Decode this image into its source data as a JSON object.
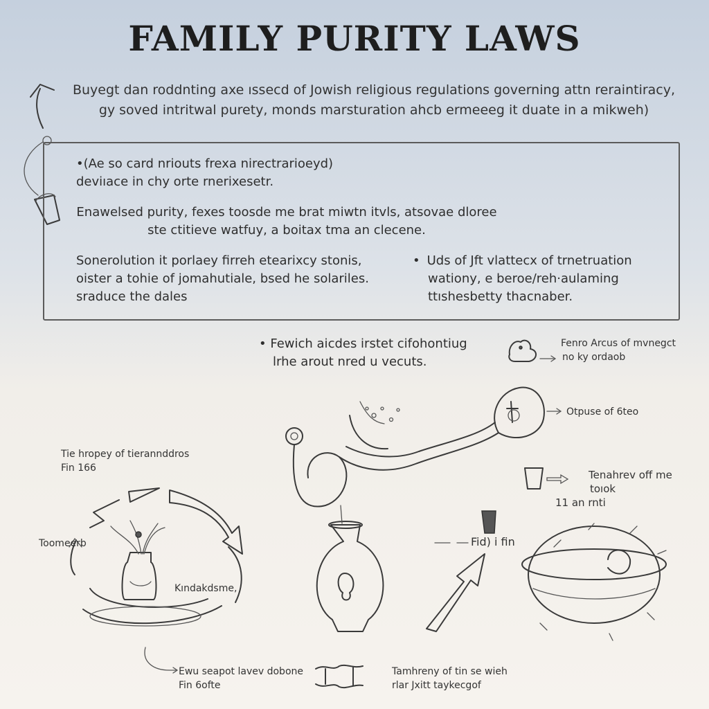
{
  "title": "FAMILY PURITY LAWS",
  "intro": {
    "line1": "Buyegt dan roddnting axe ıssecd of Jowish religious regulations governing attn reraintiracy,",
    "line2": "gy soved intritwal purety, monds marsturation ahcb ermeeeg it duate in a mikweh)"
  },
  "box": {
    "bullet1": {
      "line1": "•(Ae so card nriouts frexa nirectrarioeyd)",
      "line2": "deviıace in chy orte rnerixesetr."
    },
    "center": {
      "line1": "Enawelsed purity, fexes toosde me brat miwtn itvls, atsovae dloree",
      "line2": "ste ctitieve watfuy,  a boitax tma an clecene."
    },
    "left": {
      "line1": "Sonerolution it porlaey firreh etearixcy stonis,",
      "line2": "oister a tohie of jomahutiale, bsed  he solariles.",
      "line3": "sraduce the dales"
    },
    "right": {
      "line1": "Uds of Jft  vlattecx of trnetruation",
      "line2": "wationy, e beroe/reh·aulaming",
      "line3": "ttıshesbetty thacnaber."
    }
  },
  "bullet_mid": {
    "line1": "•  Fewich aicdes  irstet cifohontiug",
    "line2": "lrhe arout nred u vecuts."
  },
  "labels": {
    "top_right_1": "Fenro Arcus of mvnegct",
    "top_right_2": "no ky ordaob",
    "tube": "Otpuse of 6teo",
    "cycle_1": "Tie hropey of tierannddros",
    "cycle_2": "Fin 166",
    "toome": "Toomeerb",
    "kindaksme": "Kındakdsme,",
    "jar_1": "Tenahrev off me",
    "jar_2": "toıok",
    "jar_3": "11 an rnti",
    "fid": "Fid) i fin",
    "bottom_left_1": "Ewu seapot lavev dobone",
    "bottom_left_2": "Fin 6ofte",
    "bottom_right_1": "Tamhreny of tin se wieh",
    "bottom_right_2": "rlar Jxitt taykecgof"
  },
  "icons": [
    "up-arrow-icon",
    "bucket-icon",
    "rubber-duck-icon",
    "vase-icon",
    "fountain-hose-icon",
    "clay-pot-icon",
    "cup-icon",
    "mikveh-bowl-icon",
    "clasp-icon"
  ],
  "colors": {
    "ink": "#3a3a3a",
    "background_top": "#c5d0de",
    "background_bottom": "#f6f3ee"
  }
}
